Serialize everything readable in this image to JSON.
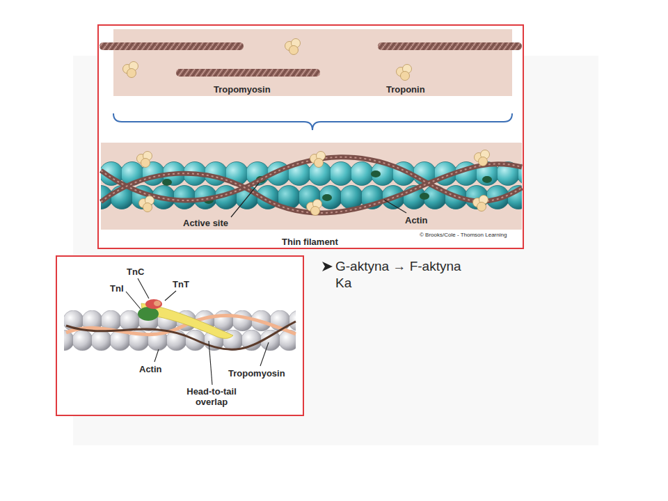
{
  "diagram": {
    "nodes": [
      {
        "text": [
          "Tropomyosin",
          "Troponin",
          "Active site",
          "Actin",
          "© Brooks/Cole - Thomson Learning",
          "Thin filament"
        ]
      },
      {
        "text": [
          "TnC",
          "TnI",
          "TnT",
          "Actin",
          "Tropomyosin",
          "Head-to-tail overlap"
        ]
      }
    ],
    "labels": [
      "G-aktyna → F-aktyna",
      "Ka"
    ]
  }
}
